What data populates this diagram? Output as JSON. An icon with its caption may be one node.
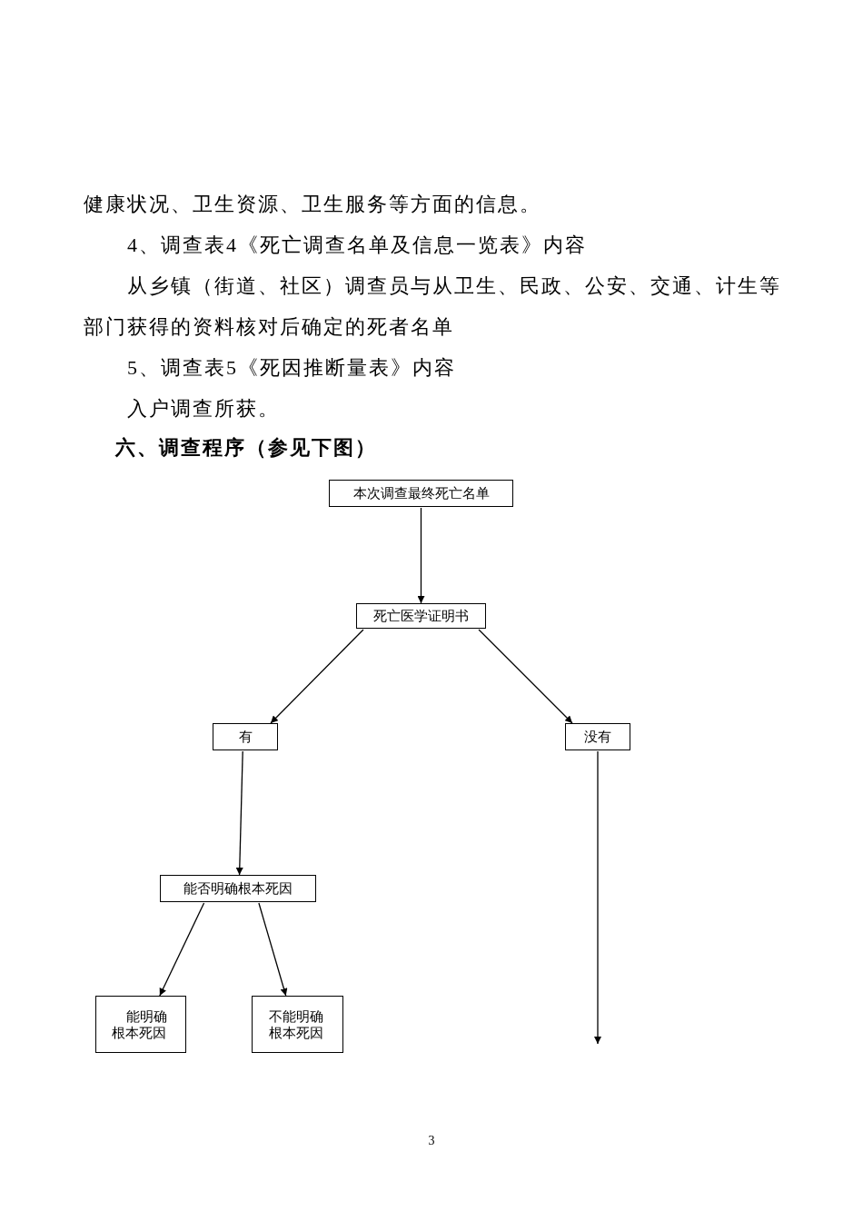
{
  "diagram": {
    "title": "六、调查程序（参见下图）",
    "nodes": [
      {
        "text": [
          "本次调查最终死亡名单"
        ]
      },
      {
        "text": [
          "死亡医学证明书"
        ]
      },
      {
        "text": [
          "有"
        ]
      },
      {
        "text": [
          "没有"
        ]
      },
      {
        "text": [
          "能否明确根本死因"
        ]
      },
      {
        "text": [
          "能明确根本死因"
        ]
      },
      {
        "text": [
          "不能明确根本死因"
        ]
      }
    ],
    "edges": [
      {
        "from": 0,
        "to": 1,
        "arrow": "to"
      },
      {
        "from": 1,
        "to": 2,
        "arrow": "to"
      },
      {
        "from": 1,
        "to": 3,
        "arrow": "to"
      },
      {
        "from": 2,
        "to": 4,
        "arrow": "to"
      },
      {
        "from": 4,
        "to": 5,
        "arrow": "to"
      },
      {
        "from": 4,
        "to": 6,
        "arrow": "to"
      },
      {
        "from": 3,
        "to": null,
        "arrow": "to"
      }
    ],
    "labels": [
      "健康状况、卫生资源、卫生服务等方面的信息。",
      "4、调查表4《死亡调查名单及信息一览表》内容",
      "从乡镇（街道、社区）调查员与从卫生、民政、公安、交通、计生等部门获得的资料核对后确定的死者名单",
      "5、调查表5《死因推断量表》内容",
      "入户调查所获。",
      "3"
    ]
  }
}
